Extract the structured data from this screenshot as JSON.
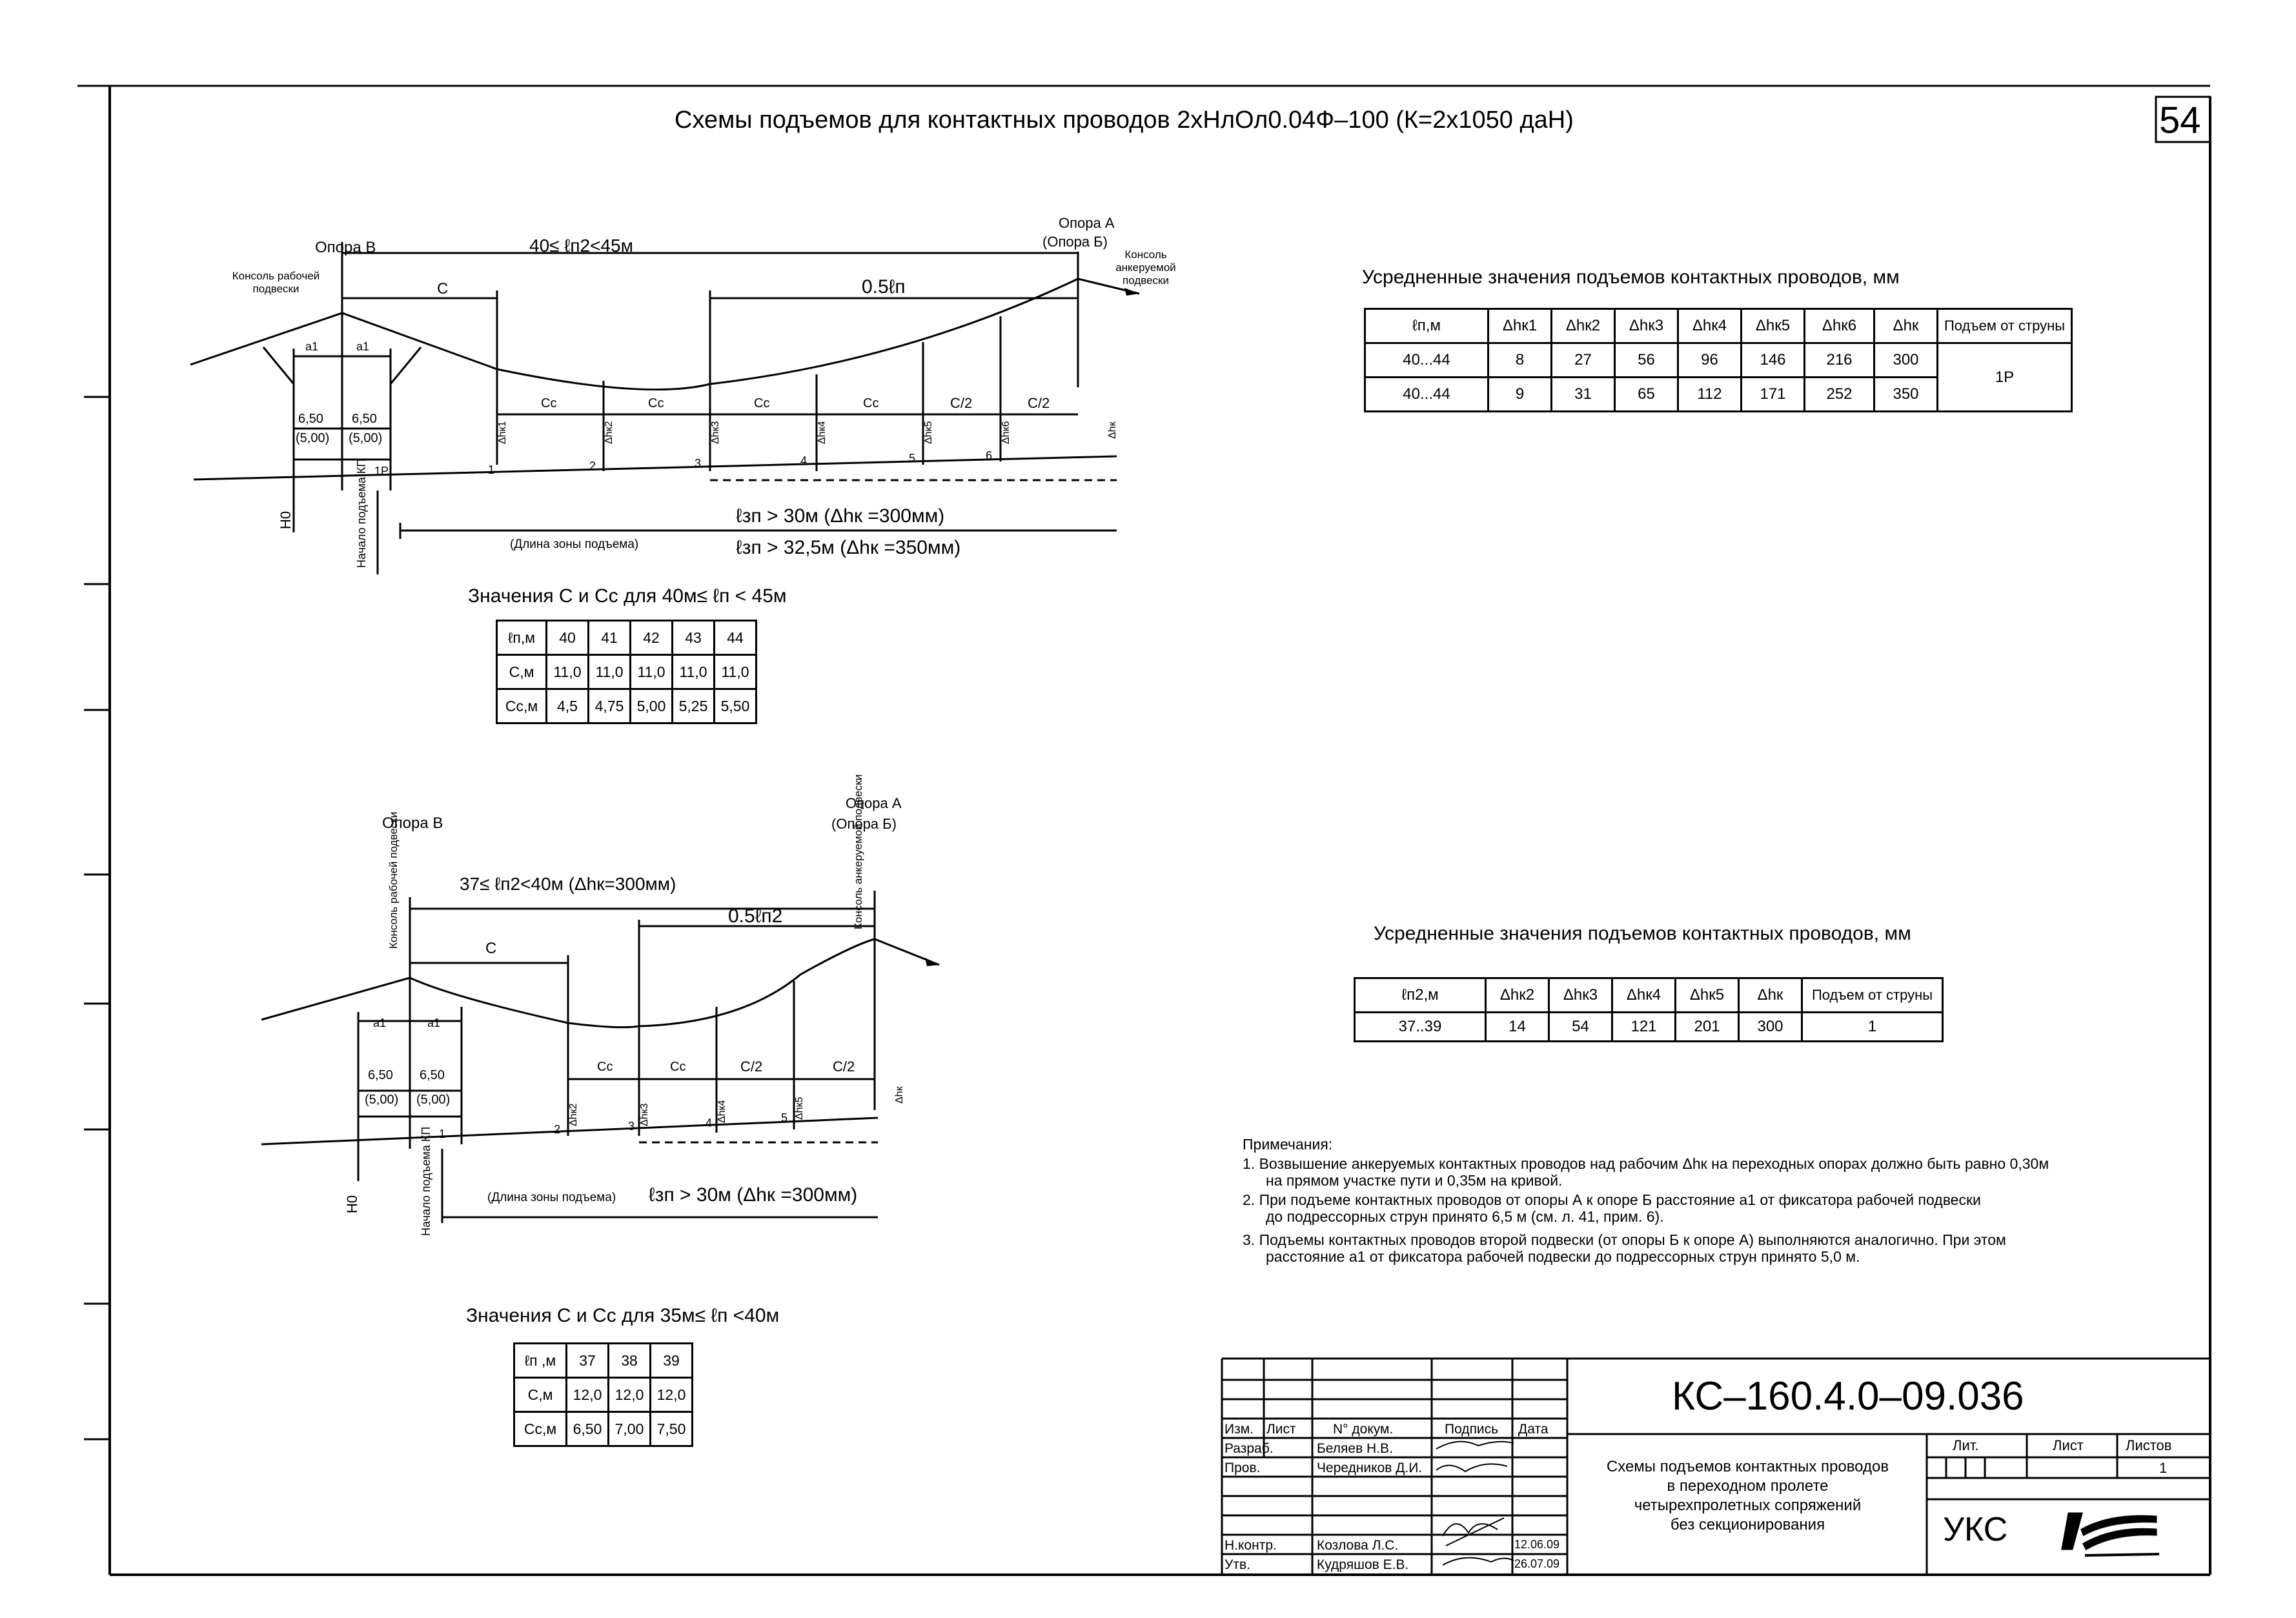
{
  "title": "Схемы подъемов для контактных проводов 2хНлОл0.04Ф–100 (К=2х1050 даН)",
  "sheet_number": "54",
  "diagram1": {
    "support_b": "Опора В",
    "support_a": "Опора А",
    "support_a_sub": "(Опора Б)",
    "work_console": "Консоль рабочей подвески",
    "anchor_console": "Консоль анкеруемой подвески",
    "span_range": "40≤ ℓп2<45м",
    "c": "C",
    "half_span": "0.5ℓп",
    "a1": "a1",
    "d650": "6,50",
    "d500": "(5,00)",
    "cc": "Cc",
    "c2": "C/2",
    "dh": [
      "Δhк1",
      "Δhк2",
      "Δhк3",
      "Δhк4",
      "Δhк5",
      "Δhк6",
      "Δhк"
    ],
    "pts": [
      "1",
      "2",
      "3",
      "4",
      "5",
      "6"
    ],
    "p1": "1Р",
    "h0": "H0",
    "start_label": "Начало подъема КП",
    "zone_label": "(Длина зоны подъема)",
    "len1": "ℓзп > 30м (Δhк =300мм)",
    "len2": "ℓзп > 32,5м (Δhк =350мм)"
  },
  "table_c1": {
    "title": "Значения С и Сс для 40м≤ ℓп < 45м",
    "rows": [
      [
        "ℓп,м",
        "40",
        "41",
        "42",
        "43",
        "44"
      ],
      [
        "С,м",
        "11,0",
        "11,0",
        "11,0",
        "11,0",
        "11,0"
      ],
      [
        "Сс,м",
        "4,5",
        "4,75",
        "5,00",
        "5,25",
        "5,50"
      ]
    ]
  },
  "table_avg1": {
    "title": "Усредненные значения подъемов контактных проводов, мм",
    "header": [
      "ℓп,м",
      "Δhк1",
      "Δhк2",
      "Δhк3",
      "Δhк4",
      "Δhк5",
      "Δhк6",
      "Δhк",
      "Подъем от струны"
    ],
    "rows": [
      [
        "40...44",
        "8",
        "27",
        "56",
        "96",
        "146",
        "216",
        "300"
      ],
      [
        "40...44",
        "9",
        "31",
        "65",
        "112",
        "171",
        "252",
        "350"
      ]
    ],
    "lift": "1Р"
  },
  "diagram2": {
    "support_b": "Опора В",
    "support_a": "Опора А",
    "support_a_sub": "(Опора Б)",
    "work_console": "Консоль рабочей подвески",
    "anchor_console": "Консоль анкеруемой подвески",
    "span_range": "37≤ ℓп2<40м (Δhк=300мм)",
    "c": "C",
    "half_span": "0.5ℓп2",
    "a1": "a1",
    "d650": "6,50",
    "d500": "(5,00)",
    "cc": "Cc",
    "c2": "C/2",
    "dh": [
      "Δhк2",
      "Δhк3",
      "Δhк4",
      "Δhк5",
      "Δhк"
    ],
    "pts": [
      "1",
      "2",
      "3",
      "4",
      "5"
    ],
    "h0": "H0",
    "start_label": "Начало подъема КП",
    "zone_label": "(Длина зоны подъема)",
    "len1": "ℓзп > 30м (Δhк =300мм)"
  },
  "table_avg2": {
    "title": "Усредненные значения подъемов контактных проводов, мм",
    "header": [
      "ℓп2,м",
      "Δhк2",
      "Δhк3",
      "Δhк4",
      "Δhк5",
      "Δhк",
      "Подъем от струны"
    ],
    "row": [
      "37..39",
      "14",
      "54",
      "121",
      "201",
      "300",
      "1"
    ]
  },
  "notes": {
    "heading": "Примечания:",
    "items": [
      "1. Возвышение анкеруемых контактных проводов над рабочим   Δhк  на переходных опорах должно быть равно 0,30м",
      "на прямом участке пути и 0,35м на кривой.",
      "2. При подъеме контактных проводов от опоры А к опоре Б расстояние а1 от фиксатора рабочей подвески",
      "до подрессорных струн принято 6,5 м (см. л. 41, прим. 6).",
      "3. Подъемы контактных проводов второй подвески (от опоры Б к опоре А) выполняются аналогично. При этом",
      "расстояние а1 от фиксатора рабочей подвески до подрессорных струн принято 5,0 м."
    ]
  },
  "table_c2": {
    "title": "Значения С и Сс для 35м≤ ℓп <40м",
    "rows": [
      [
        "ℓп ,м",
        "37",
        "38",
        "39"
      ],
      [
        "С,м",
        "12,0",
        "12,0",
        "12,0"
      ],
      [
        "Сс,м",
        "6,50",
        "7,00",
        "7,50"
      ]
    ]
  },
  "title_block": {
    "code": "КС–160.4.0–09.036",
    "headers": [
      "Изм.",
      "Лист",
      "N° докум.",
      "Подпись",
      "Дата"
    ],
    "people": [
      {
        "role": "Разраб.",
        "name": "Беляев Н.В.",
        "date": ""
      },
      {
        "role": "Пров.",
        "name": "Чередников Д.И.",
        "date": ""
      },
      {
        "role": "Н.контр.",
        "name": "Козлова Л.С.",
        "date": "12.06.09"
      },
      {
        "role": "Утв.",
        "name": "Кудряшов Е.В.",
        "date": "26.07.09"
      }
    ],
    "description": [
      "Схемы подъемов контактных проводов",
      "в переходном пролете",
      "четырехпролетных сопряжений",
      "без секционирования"
    ],
    "stage_headers": [
      "Лит.",
      "Лист",
      "Листов"
    ],
    "sheets": "1",
    "org": "УКС"
  }
}
